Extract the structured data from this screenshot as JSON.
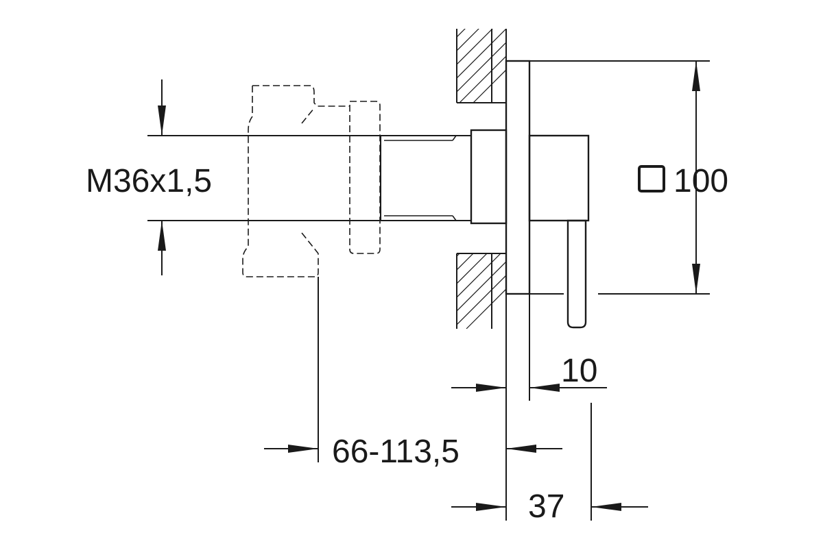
{
  "dimensions": {
    "thread": "M36x1,5",
    "rosette_square_size": "100",
    "rosette_thickness": "10",
    "mounting_depth_range": "66-113,5",
    "projection": "37"
  },
  "symbols": {
    "square_symbol": "square-icon"
  },
  "colors": {
    "line": "#1a1a1a",
    "background": "#ffffff"
  }
}
